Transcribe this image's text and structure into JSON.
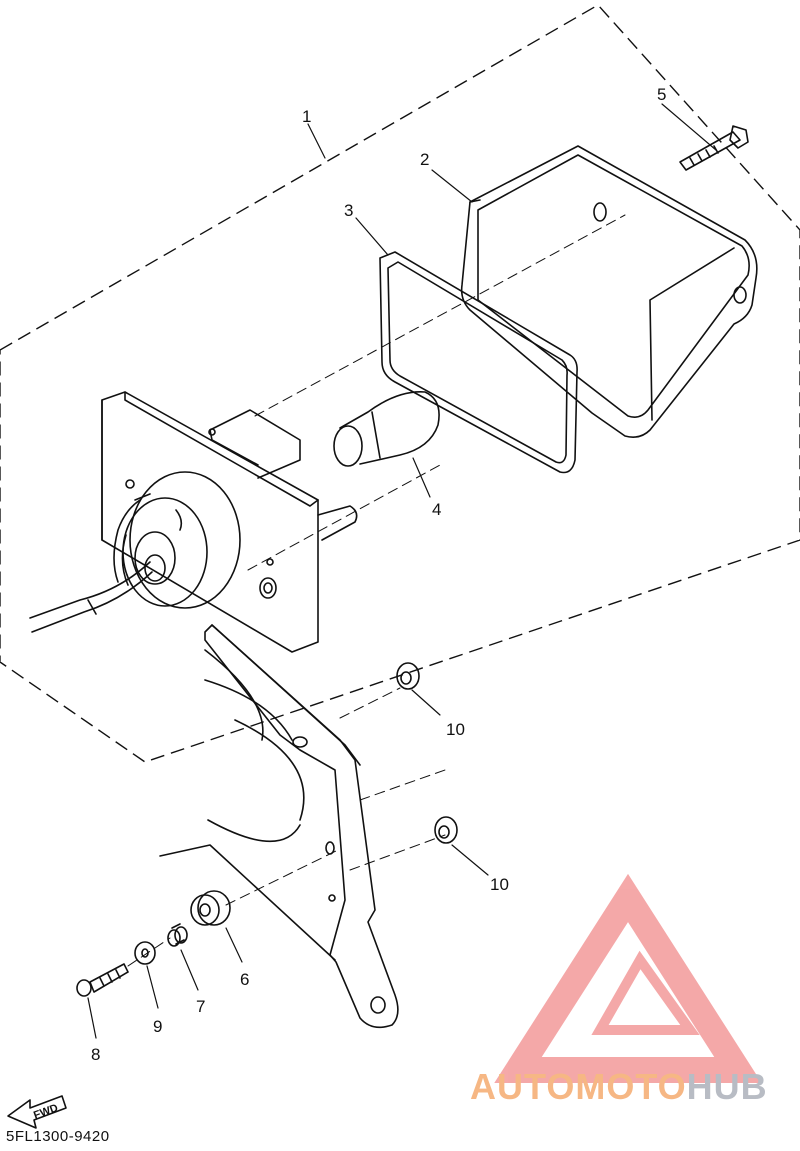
{
  "callouts": {
    "c1": "1",
    "c2": "2",
    "c3": "3",
    "c4": "4",
    "c5": "5",
    "c6": "6",
    "c7": "7",
    "c8": "8",
    "c9": "9",
    "c10a": "10",
    "c10b": "10"
  },
  "fwd_label": "FWD",
  "part_code": "5FL1300-9420",
  "watermark": {
    "part1": "AUTOMOTO",
    "part2": "HUB"
  },
  "colors": {
    "line": "#111111",
    "logo_red": "#f39a9a",
    "logo_orange": "#f6b784",
    "logo_gray": "#b8bcc4"
  }
}
